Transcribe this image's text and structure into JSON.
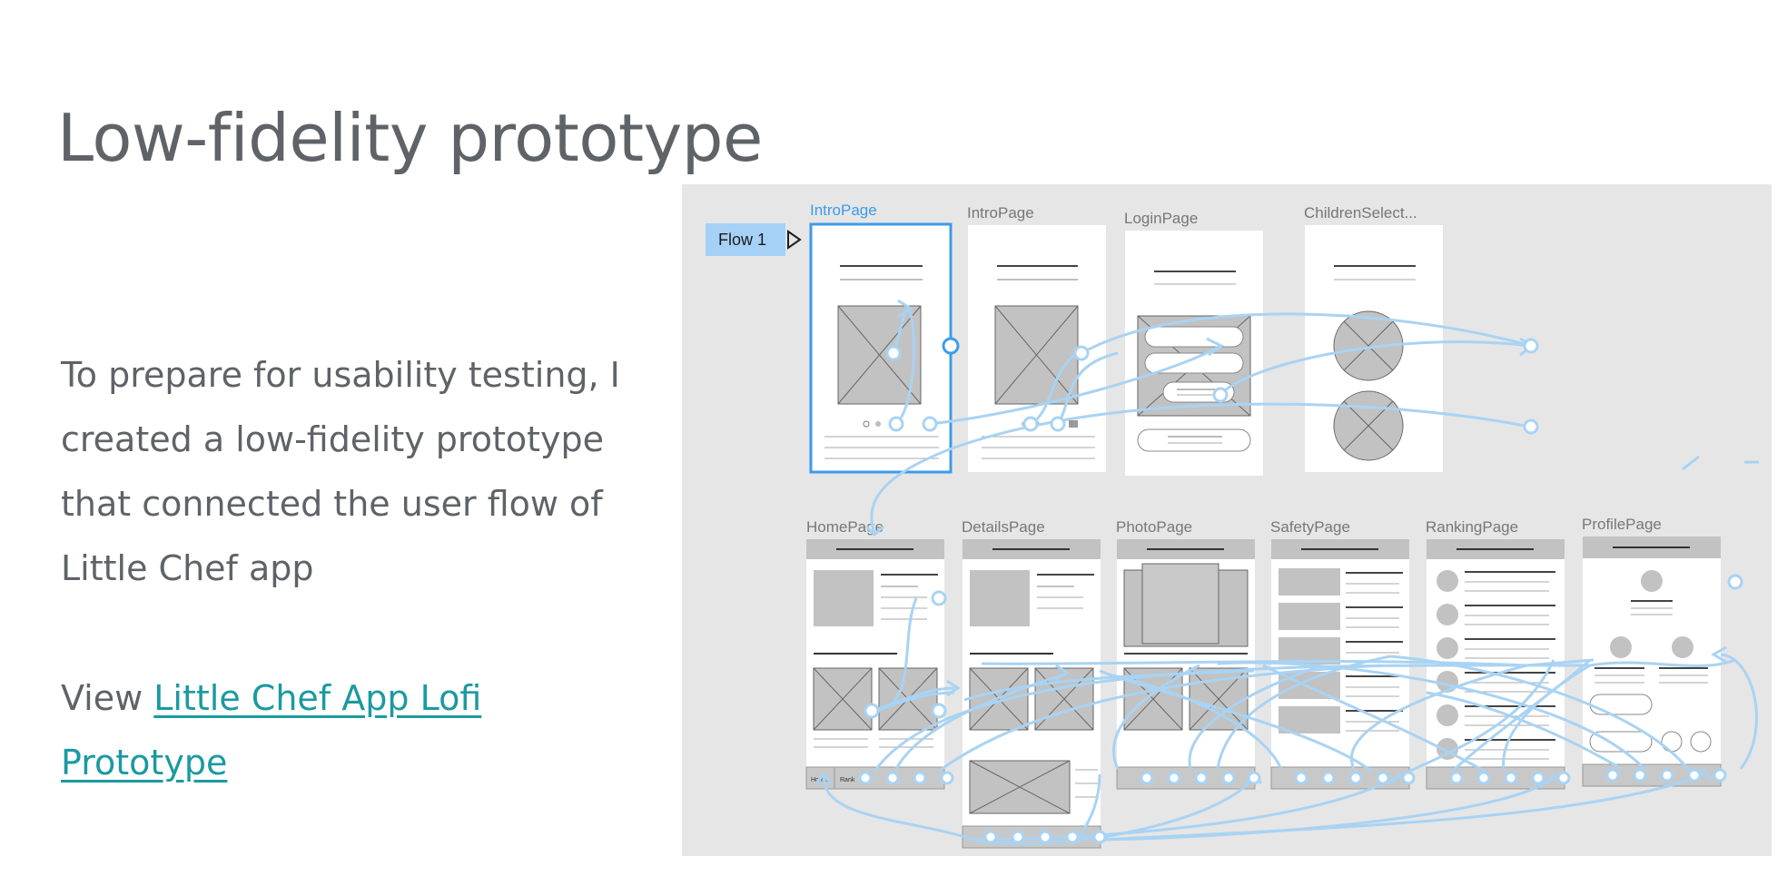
{
  "slide": {
    "title": "Low-fidelity prototype",
    "description": "To prepare for usability testing, I created a low-fidelity prototype that connected the user flow of Little Chef app",
    "link_prefix": "View ",
    "link_text": "Little Chef App Lofi Prototype"
  },
  "prototype": {
    "flow_label": "Flow 1",
    "frames_top": [
      "IntroPage",
      "IntroPage",
      "LoginPage",
      "ChildrenSelect..."
    ],
    "frames_bottom": [
      "HomePage",
      "DetailsPage",
      "PhotoPage",
      "SafetyPage",
      "RankingPage",
      "ProfilePage"
    ],
    "nav_home_label": "Home",
    "nav_rank_label": "Rank"
  },
  "colors": {
    "title": "#5f6368",
    "link": "#1a9aa0",
    "canvas": "#e6e6e6",
    "connector": "#a9d3f3",
    "selection": "#3d9be9"
  }
}
